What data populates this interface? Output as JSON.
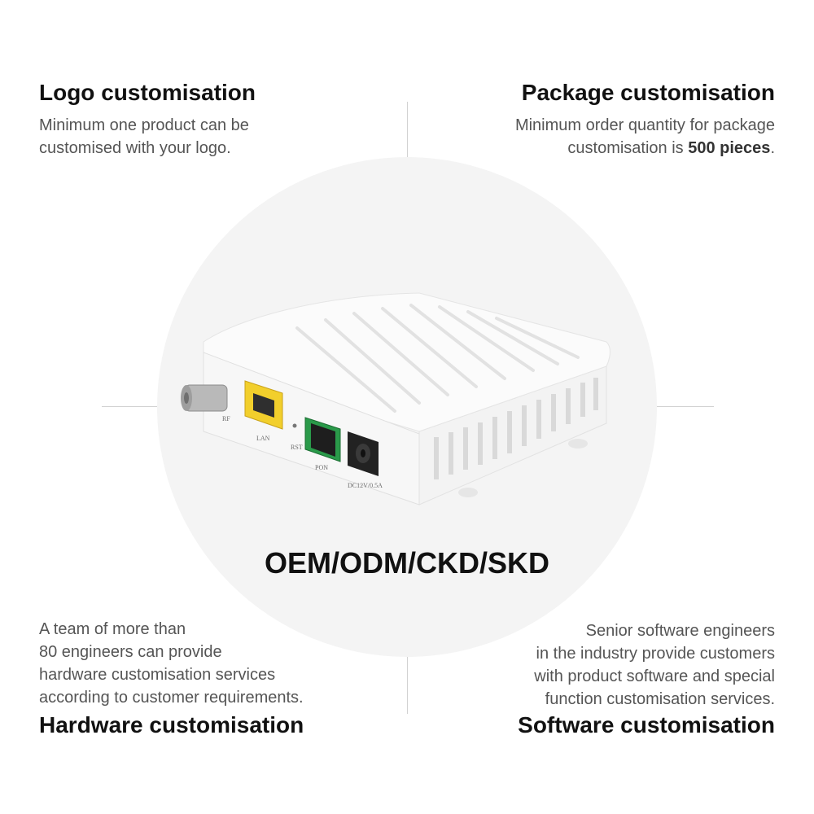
{
  "blocks": {
    "logo": {
      "title": "Logo customisation",
      "lines": [
        "Minimum one product can be",
        "customised with your logo."
      ]
    },
    "package": {
      "title": "Package customisation",
      "line1": "Minimum order quantity for package",
      "line2_prefix": "customisation is ",
      "line2_bold": "500 pieces",
      "line2_suffix": "."
    },
    "hardware": {
      "title": "Hardware customisation",
      "lines": [
        "A team of more than",
        "80 engineers can provide",
        "hardware customisation services",
        "according to customer requirements."
      ]
    },
    "software": {
      "title": "Software customisation",
      "lines": [
        "Senior software engineers",
        "in the industry provide customers",
        "with product software and special",
        "function customisation services."
      ]
    }
  },
  "center": {
    "title": "OEM/ODM/CKD/SKD"
  },
  "device": {
    "port_labels": {
      "rf": "RF",
      "lan": "LAN",
      "rst": "RST",
      "pon": "PON",
      "dc": "DC12V/0.5A"
    }
  },
  "colors": {
    "circle": "#f4f4f4",
    "lan_port": "#f2cf2c",
    "pon_port": "#2a9a4a",
    "text_dark": "#111111",
    "text_gray": "#555555"
  }
}
